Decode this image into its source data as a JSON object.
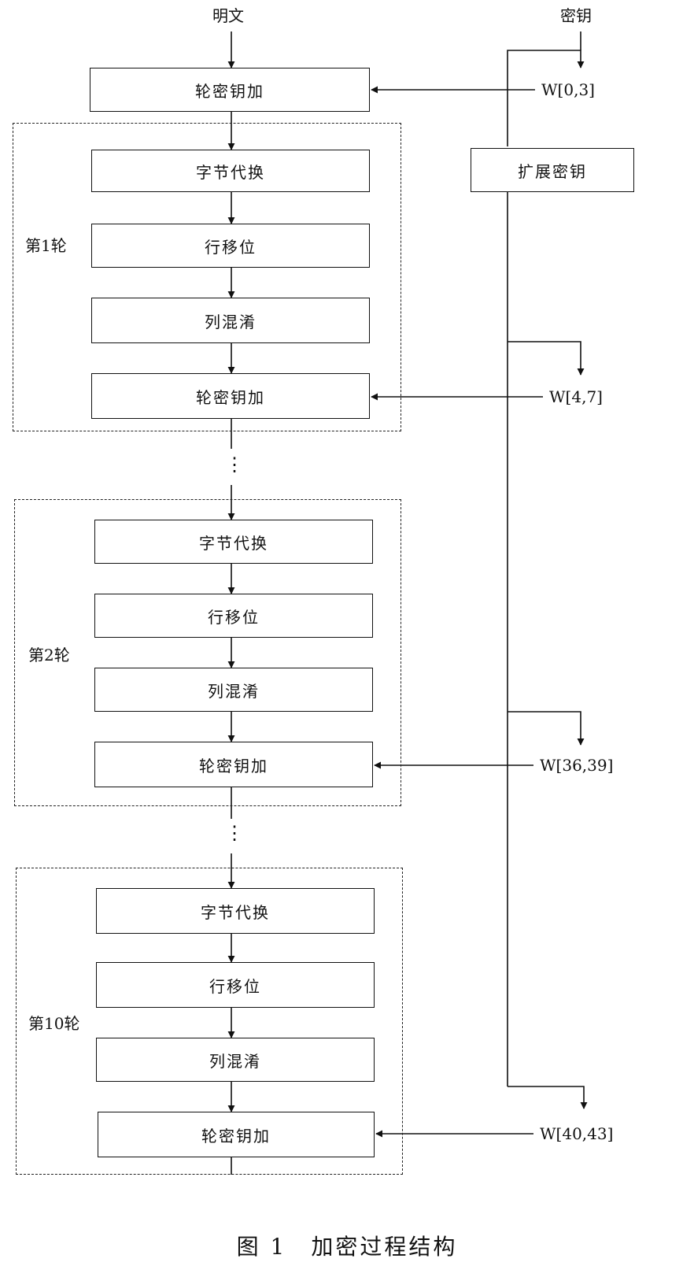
{
  "inputs": {
    "plaintext": "明文",
    "key": "密钥"
  },
  "initial_round": {
    "add_round_key": "轮密钥加"
  },
  "key_expansion": {
    "label": "扩展密钥"
  },
  "round_keys": [
    "W[0,3]",
    "W[4,7]",
    "W[36,39]",
    "W[40,43]"
  ],
  "rounds": [
    {
      "label": "第1轮",
      "steps": [
        "字节代换",
        "行移位",
        "列混淆",
        "轮密钥加"
      ]
    },
    {
      "label": "第2轮",
      "steps": [
        "字节代换",
        "行移位",
        "列混淆",
        "轮密钥加"
      ]
    },
    {
      "label": "第10轮",
      "steps": [
        "字节代换",
        "行移位",
        "列混淆",
        "轮密钥加"
      ]
    }
  ],
  "ellipsis": "⋮",
  "caption": "图 1　加密过程结构"
}
